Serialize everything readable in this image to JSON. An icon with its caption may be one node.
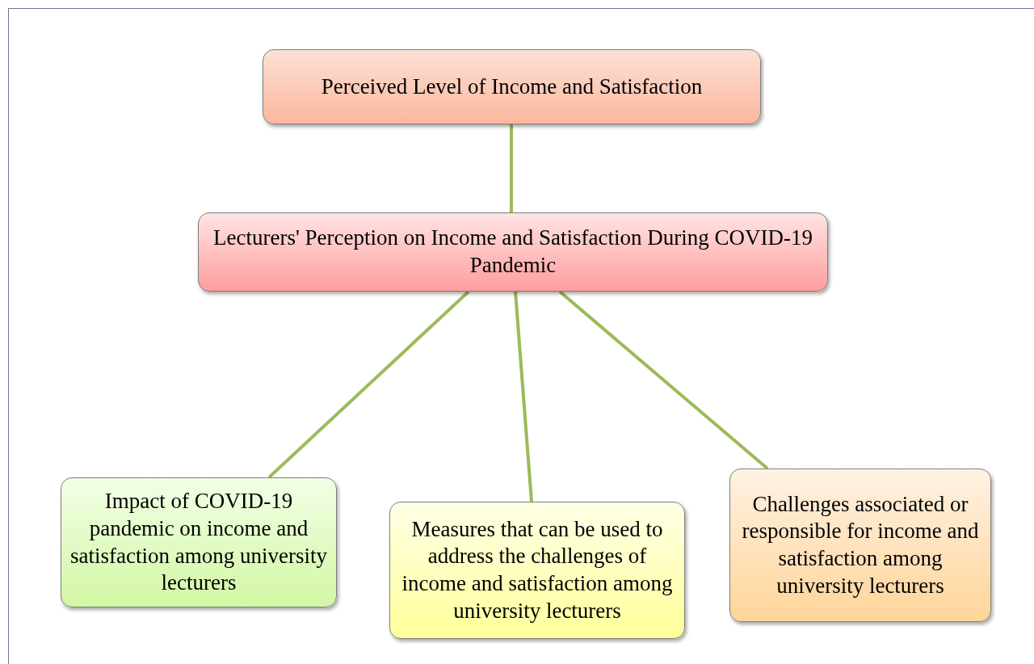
{
  "diagram": {
    "nodes": [
      {
        "text": [
          "Perceived Level of Income and Satisfaction"
        ]
      },
      {
        "text": [
          "Lecturers' Perception on Income and Satisfaction During COVID-19 Pandemic"
        ]
      },
      {
        "text": [
          "Impact of COVID-19 pandemic on income and satisfaction among university lecturers"
        ]
      },
      {
        "text": [
          "Measures that can be used to address the challenges of income and satisfaction among university lecturers"
        ]
      },
      {
        "text": [
          "Challenges associated or responsible for income and satisfaction among university lecturers"
        ]
      }
    ],
    "edges": [
      {
        "from": 0,
        "to": 1,
        "arrow": "none"
      },
      {
        "from": 1,
        "to": 2,
        "arrow": "none"
      },
      {
        "from": 1,
        "to": 3,
        "arrow": "none"
      },
      {
        "from": 1,
        "to": 4,
        "arrow": "none"
      }
    ]
  }
}
